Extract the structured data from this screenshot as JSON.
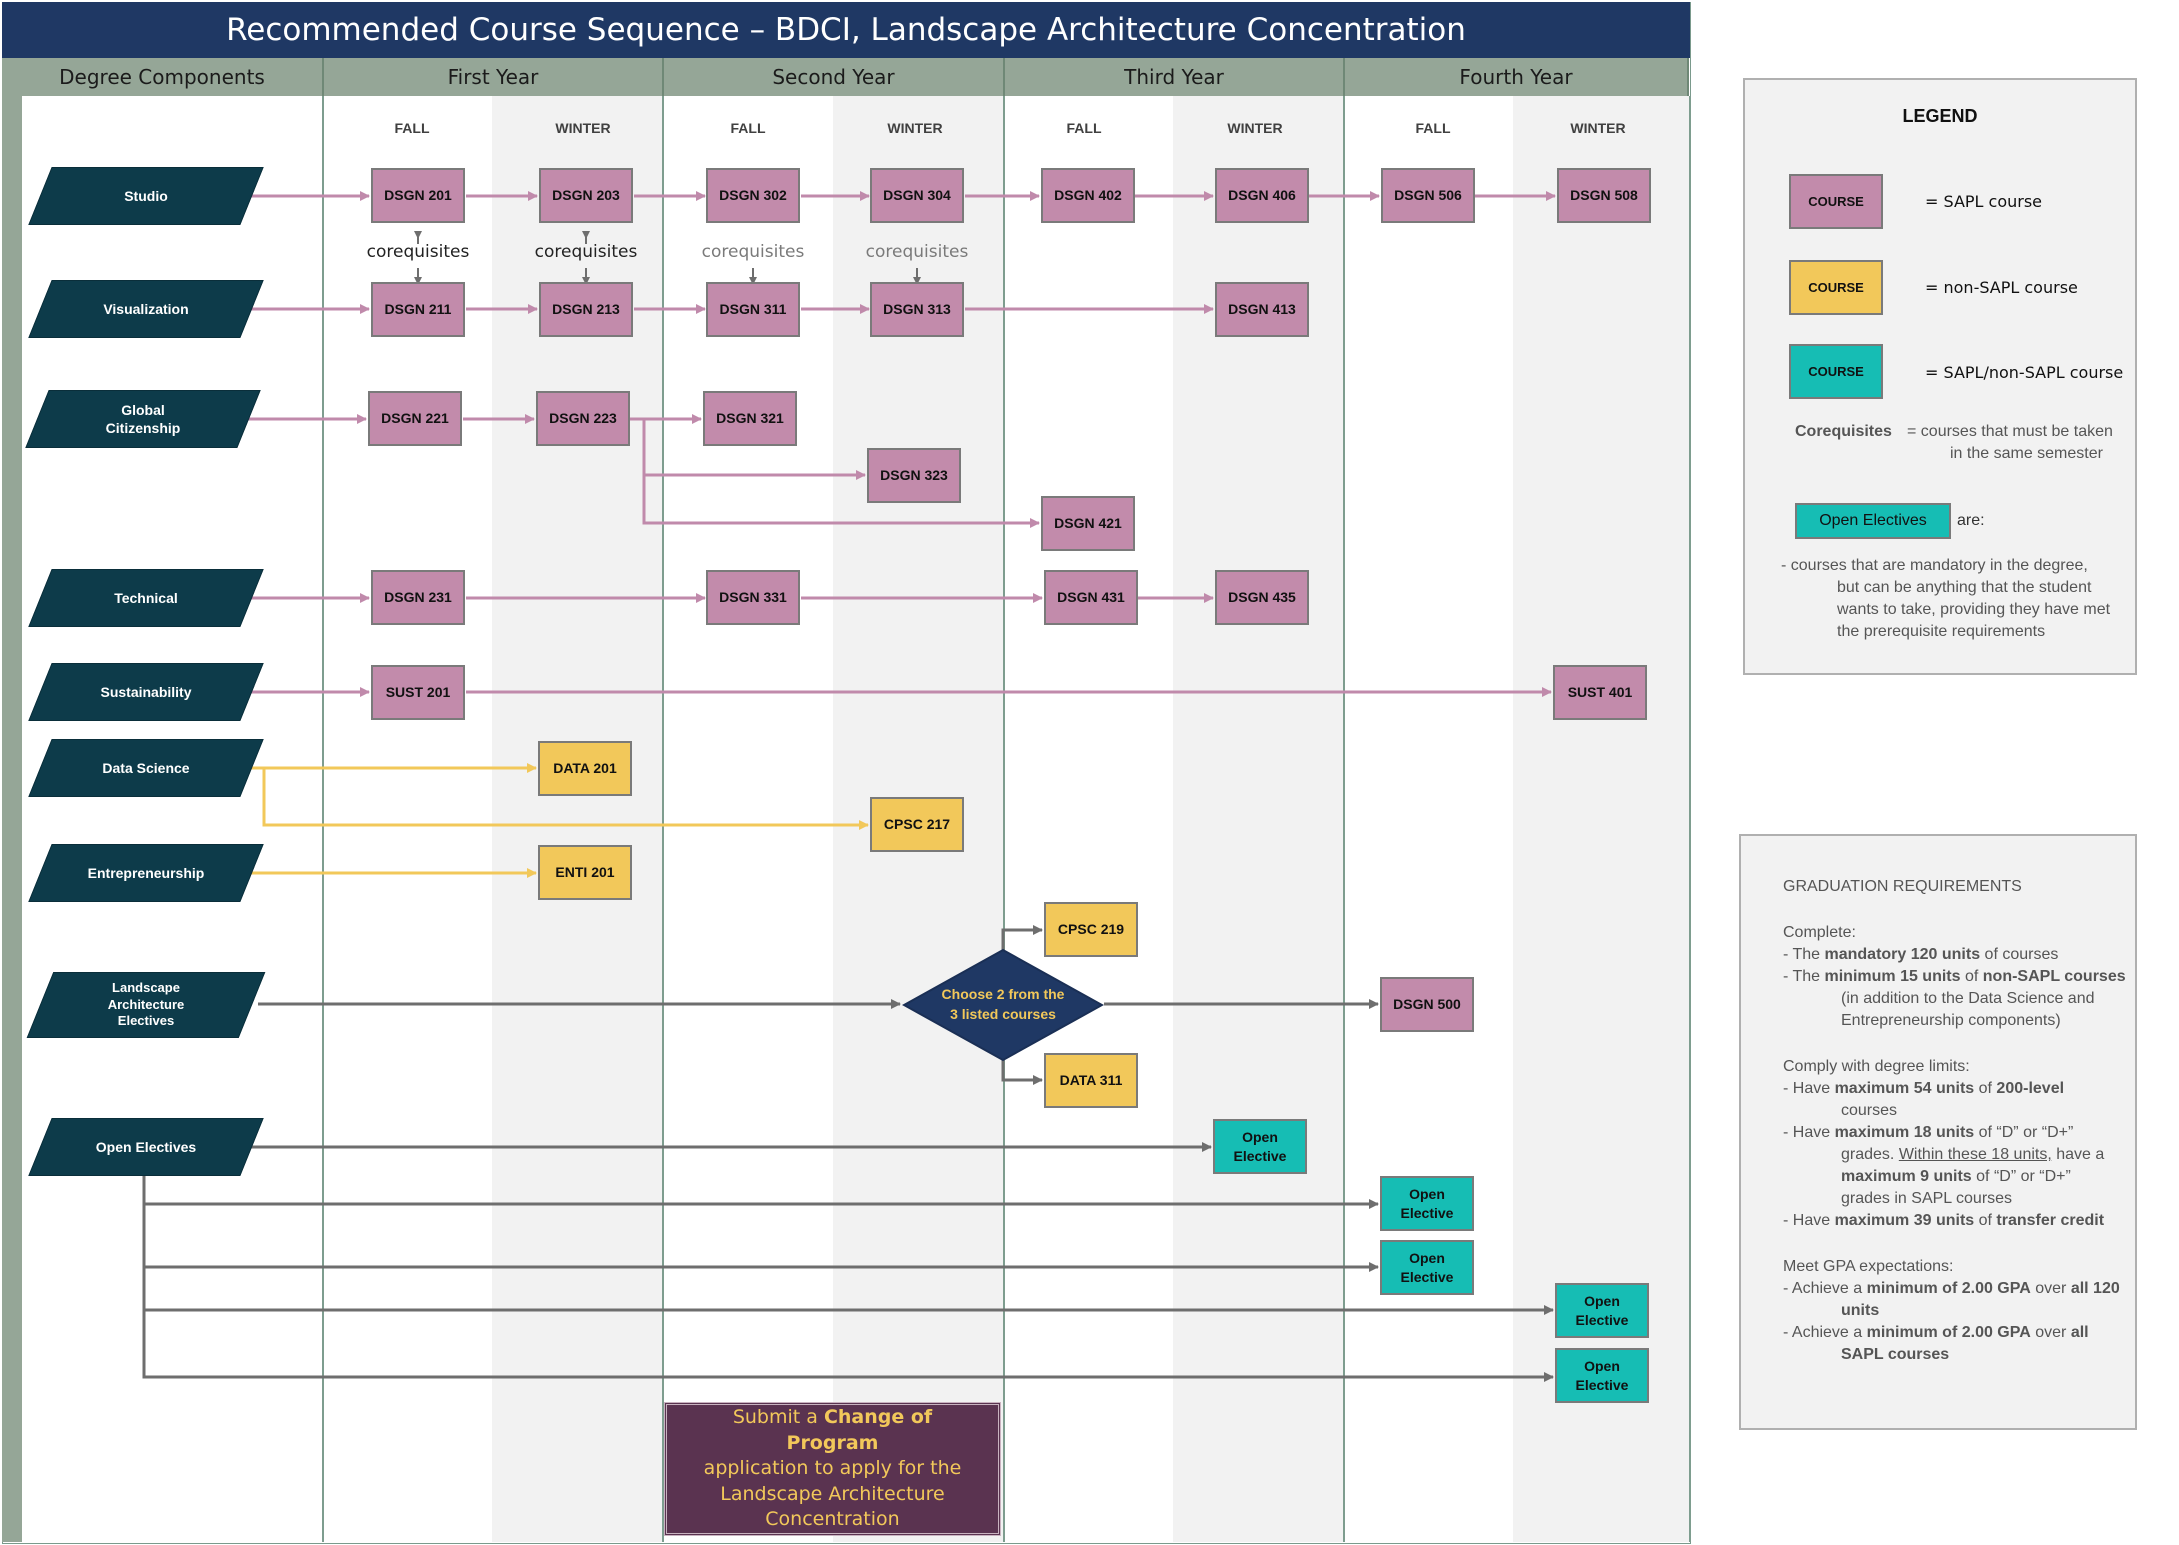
{
  "title": "Recommended Course Sequence – BDCI, Landscape Architecture Concentration",
  "columns": [
    "Degree Components",
    "First Year",
    "Second Year",
    "Third Year",
    "Fourth Year"
  ],
  "semesters": [
    "FALL",
    "WINTER",
    "FALL",
    "WINTER",
    "FALL",
    "WINTER",
    "FALL",
    "WINTER"
  ],
  "components": [
    "Studio",
    "Visualization",
    "Global\nCitizenship",
    "Technical",
    "Sustainability",
    "Data Science",
    "Entrepreneurship",
    "Landscape\nArchitecture\nElectives",
    "Open Electives"
  ],
  "courses": {
    "dsgn201": "DSGN 201",
    "dsgn203": "DSGN 203",
    "dsgn302": "DSGN 302",
    "dsgn304": "DSGN 304",
    "dsgn402": "DSGN 402",
    "dsgn406": "DSGN 406",
    "dsgn506": "DSGN 506",
    "dsgn508": "DSGN 508",
    "dsgn211": "DSGN 211",
    "dsgn213": "DSGN 213",
    "dsgn311": "DSGN 311",
    "dsgn313": "DSGN 313",
    "dsgn413": "DSGN 413",
    "dsgn221": "DSGN 221",
    "dsgn223": "DSGN 223",
    "dsgn321": "DSGN 321",
    "dsgn323": "DSGN 323",
    "dsgn421": "DSGN 421",
    "dsgn231": "DSGN 231",
    "dsgn331": "DSGN 331",
    "dsgn431": "DSGN 431",
    "dsgn435": "DSGN 435",
    "sust201": "SUST 201",
    "sust401": "SUST 401",
    "data201": "DATA 201",
    "cpsc217": "CPSC 217",
    "enti201": "ENTI 201",
    "cpsc219": "CPSC 219",
    "data311": "DATA 311",
    "dsgn500": "DSGN 500",
    "open_elective": "Open\nElective"
  },
  "corequisites": "corequisites",
  "diamond": "Choose 2 from the\n3 listed courses",
  "submit": {
    "pre": "Submit a ",
    "bold": "Change of Program",
    "post": "application to apply for the Landscape Architecture Concentration"
  },
  "legend": {
    "title": "LEGEND",
    "course_label": "COURSE",
    "sapl": "=  SAPL course",
    "nonsapl": "=  non-SAPL course",
    "mixed": "=  SAPL/non-SAPL course",
    "coreq_term": "Corequisites",
    "coreq_def_1": "= courses that must be taken",
    "coreq_def_2": "in the same semester",
    "open_label": "Open Electives",
    "open_are": "are:",
    "open_def_1": "- courses that are mandatory in the degree,",
    "open_def_2": "but can be anything that the student",
    "open_def_3": "wants to take, providing they have met",
    "open_def_4": "the prerequisite requirements"
  },
  "graduation": {
    "heading": "GRADUATION REQUIREMENTS",
    "complete": "Complete:",
    "c1_pre": "- The ",
    "c1_b": "mandatory 120 units",
    "c1_post": " of courses",
    "c2_pre": "- The ",
    "c2_b": "minimum 15 units",
    "c2_mid": " of ",
    "c2_b2": "non-SAPL courses",
    "c2_l2": "(in addition to the Data Science and",
    "c2_l3": "Entrepreneurship components)",
    "comply": "Comply with degree limits:",
    "d1_pre": "- Have ",
    "d1_b": "maximum 54 units",
    "d1_mid": " of ",
    "d1_b2": "200-level",
    "d1_l2": "courses",
    "d2_pre": "- Have ",
    "d2_b": "maximum 18 units",
    "d2_post": " of “D” or “D+”",
    "d2_l2_pre": "grades. ",
    "d2_l2_u": "Within these 18 units,",
    "d2_l2_post": " have a",
    "d2_l3_b": "maximum 9 units",
    "d2_l3_post": " of “D” or “D+”",
    "d2_l4": "grades in SAPL courses",
    "d3_pre": "- Have ",
    "d3_b": "maximum 39 units",
    "d3_mid": " of ",
    "d3_b2": "transfer credit",
    "gpa": "Meet GPA expectations:",
    "g1_pre": "- Achieve a ",
    "g1_b": "minimum of 2.00 GPA",
    "g1_mid": " over ",
    "g1_b2": "all 120",
    "g1_l2": "units",
    "g2_pre": "- Achieve a ",
    "g2_b": "minimum of 2.00 GPA",
    "g2_mid": " over ",
    "g2_b2": "all",
    "g2_l2": "SAPL courses"
  },
  "colors": {
    "title_bg": "#1f3864",
    "header_bg": "#95a697",
    "sapl": "#c28bab",
    "nonsapl": "#f2c85a",
    "mixed": "#16bdb4",
    "component": "#0d3b4a",
    "diamond": "#1f3864",
    "submit_bg": "#5a3350",
    "pink_arrow": "#c08aab",
    "yellow_arrow": "#f2c85a",
    "gray_arrow": "#6e6e6e"
  },
  "icons": [
    "arrow-right-icon",
    "double-arrow-icon"
  ]
}
